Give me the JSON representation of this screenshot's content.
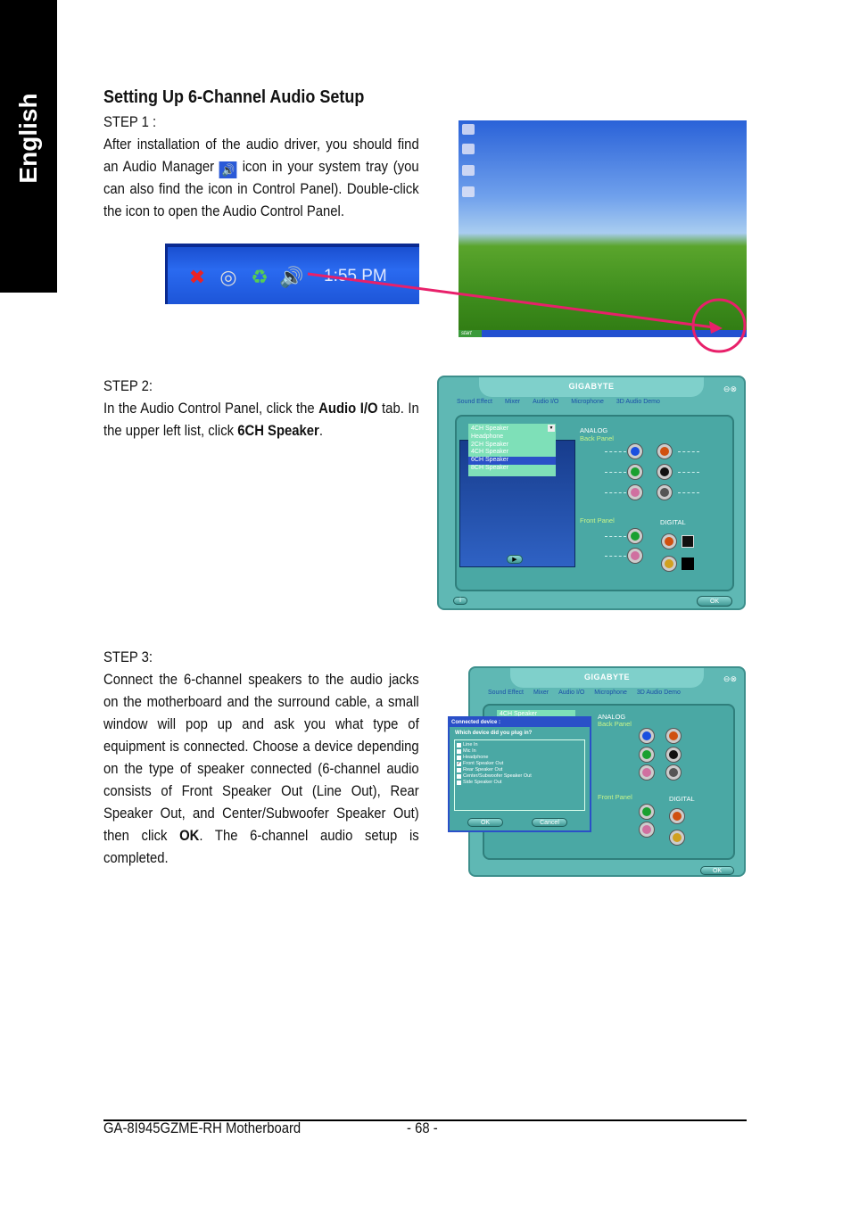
{
  "side_tab": "English",
  "section_title": "Setting Up 6-Channel Audio Setup",
  "step1": {
    "heading": "STEP 1 :",
    "text_before_icon": "After installation of the audio driver, you should find an Audio Manager",
    "text_after_icon": "icon in your system tray (you can also find the icon in Control Panel).  Double-click the icon to open the Audio Control Panel."
  },
  "tray": {
    "time": "1:55 PM",
    "icons": [
      "network-error-icon",
      "speaker-gray-icon",
      "safely-remove-icon",
      "audio-manager-icon"
    ]
  },
  "desktop": {
    "start_label": "start"
  },
  "step2": {
    "heading": "STEP 2:",
    "t1": "In the Audio Control Panel, click the ",
    "b1": "Audio I/O",
    "t2": " tab. In the upper left list, click ",
    "b2": "6CH Speaker",
    "t3": "."
  },
  "step3": {
    "heading": "STEP 3:",
    "t1": "Connect the 6-channel speakers to the audio jacks on the motherboard and the surround cable, a small window will pop up and ask you what type of equipment is connected. Choose a device depending on the type of speaker connected (6-channel audio consists of Front Speaker Out (Line Out), Rear Speaker Out, and Center/Subwoofer Speaker Out) then click ",
    "b1": "OK",
    "t2": ". The 6-channel audio setup is completed."
  },
  "panel": {
    "brand": "GIGABYTE",
    "tabs": [
      "Sound Effect",
      "Mixer",
      "Audio I/O",
      "Microphone",
      "3D Audio Demo"
    ],
    "active_tab": "Audio I/O",
    "speaker_select": "4CH Speaker",
    "speaker_options": [
      "Headphone",
      "2CH Speaker",
      "4CH Speaker",
      "6CH Speaker",
      "8CH Speaker"
    ],
    "highlighted_option": "6CH Speaker",
    "analog": "ANALOG",
    "back_panel": "Back Panel",
    "front_panel": "Front Panel",
    "digital": "DIGITAL",
    "ok": "OK",
    "jack_colors": {
      "blue": "#1a4fe0",
      "green": "#1aa030",
      "pink": "#d070a0",
      "orange": "#d05010",
      "black": "#111111",
      "gray": "#555555",
      "gold": "#d0a020"
    }
  },
  "dialog": {
    "title": "Connected device :",
    "question": "Which device did you plug in?",
    "options": [
      {
        "label": "Line In",
        "checked": false
      },
      {
        "label": "Mic In",
        "checked": false
      },
      {
        "label": "Headphone",
        "checked": false
      },
      {
        "label": "Front Speaker Out",
        "checked": true
      },
      {
        "label": "Rear Speaker Out",
        "checked": false
      },
      {
        "label": "Center/Subwoofer Speaker Out",
        "checked": false
      },
      {
        "label": "Side Speaker Out",
        "checked": false
      }
    ],
    "ok": "OK",
    "cancel": "Cancel"
  },
  "footer": {
    "model": "GA-8I945GZME-RH Motherboard",
    "page": "- 68 -"
  }
}
